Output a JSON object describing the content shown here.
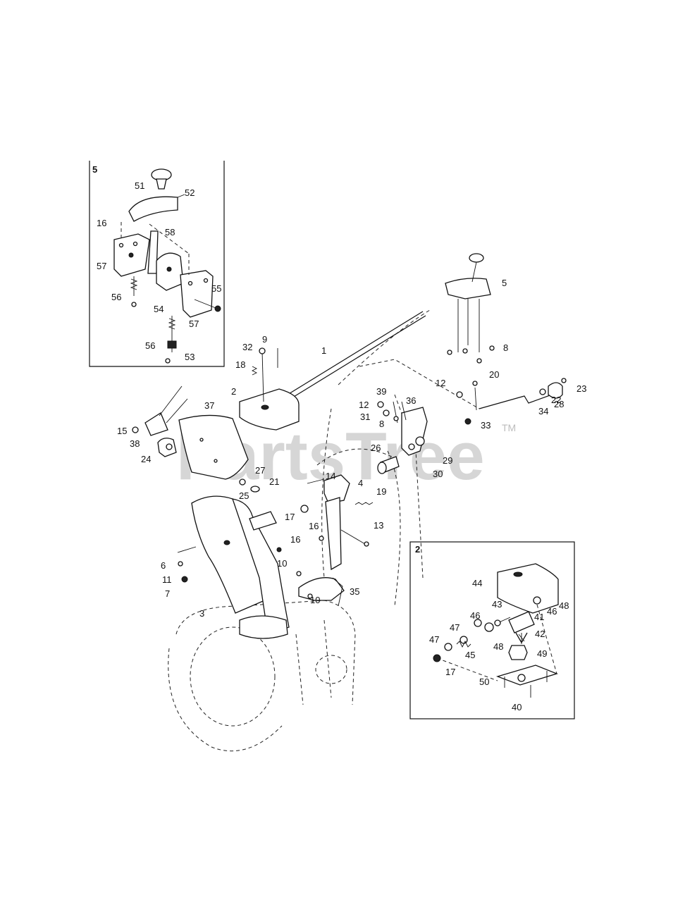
{
  "watermark": {
    "brand": "PartsTree",
    "trademark": "TM"
  },
  "inset_top_left": {
    "label": "5",
    "parts": [
      "51",
      "52",
      "16",
      "58",
      "57",
      "55",
      "56",
      "54",
      "57",
      "56",
      "53"
    ]
  },
  "inset_bottom_right": {
    "label": "2",
    "parts": [
      "44",
      "48",
      "43",
      "41",
      "46",
      "42",
      "47",
      "46",
      "48",
      "47",
      "45",
      "49",
      "17",
      "50",
      "40"
    ]
  },
  "main_callouts": [
    "1",
    "2",
    "3",
    "4",
    "5",
    "6",
    "7",
    "8",
    "8",
    "9",
    "10",
    "10",
    "11",
    "12",
    "12",
    "13",
    "14",
    "15",
    "16",
    "16",
    "17",
    "18",
    "19",
    "20",
    "21",
    "22",
    "23",
    "24",
    "25",
    "26",
    "27",
    "28",
    "29",
    "30",
    "31",
    "32",
    "33",
    "34",
    "35",
    "36",
    "37",
    "38",
    "39"
  ]
}
